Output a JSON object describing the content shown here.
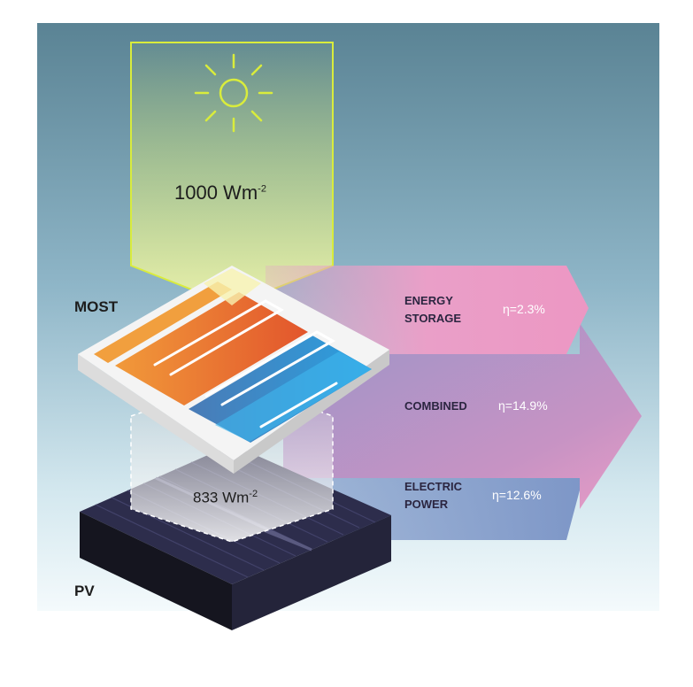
{
  "incoming": {
    "value": "1000 Wm",
    "exp": "-2"
  },
  "transmitted": {
    "value": "833 Wm",
    "exp": "-2"
  },
  "labels": {
    "most": "MOST",
    "pv": "PV"
  },
  "outputs": {
    "energy_storage": {
      "line1": "ENERGY",
      "line2": "STORAGE",
      "eta": "η=2.3%"
    },
    "combined": {
      "line1": "COMBINED",
      "eta": "η=14.9%"
    },
    "electric_power": {
      "line1": "ELECTRIC",
      "line2": "POWER",
      "eta": "η=12.6%"
    }
  },
  "colors": {
    "background_top": "#5a8394",
    "background_bottom": "#f4fafc",
    "sun_beam": "#d9ec3c",
    "energy_storage_arrow": "#e99cc6",
    "combined_arrow": "#b58fc0",
    "electric_power_arrow": "#7f98c8",
    "most_orange": "#e8622f",
    "most_blue": "#2f8fd0",
    "pv_panel": "#2b2b4a"
  },
  "icons": {
    "sun": "sun-icon"
  }
}
